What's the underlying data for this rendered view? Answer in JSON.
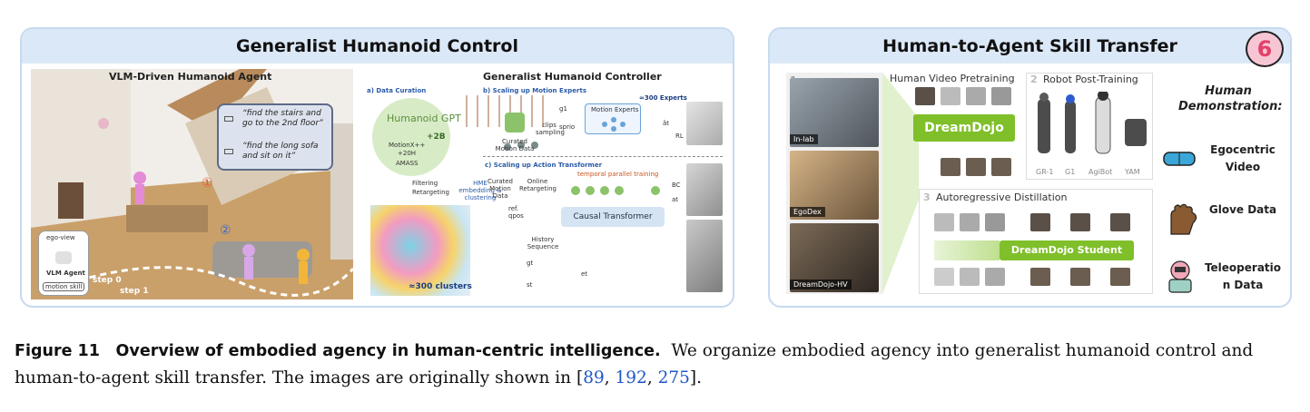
{
  "left_panel": {
    "title": "Generalist Humanoid Control",
    "agent": {
      "heading": "VLM-Driven Humanoid Agent",
      "bubble1": "“find the stairs and go to the 2nd floor”",
      "bubble2": "“find the long sofa and sit on it”",
      "marker1": "①",
      "marker2": "②",
      "ego_view": "ego-view",
      "vlm_agent": "VLM Agent",
      "motion_skill": "motion skill",
      "step0": "step 0",
      "step1": "step 1"
    },
    "controller": {
      "heading": "Generalist Humanoid Controller",
      "section_a": "a) Data Curation",
      "humanoid_gpt": "Humanoid GPT",
      "data_scale": "+2B",
      "motion_x": "MotionX++",
      "hours": "+20H",
      "amass": "AMASS",
      "filtering": "Filtering",
      "retargeting": "Retargeting",
      "hme": "HME embedding & clustering",
      "clusters": "≈300 clusters",
      "section_b": "b) Scaling up Motion Experts",
      "curated_b": "Curated Motion Data",
      "clips": "clips sampling",
      "g1": "g1",
      "s_prio": "sprio",
      "motion_experts": "Motion Experts",
      "experts_count": "≈300 Experts",
      "a_hat": "ât",
      "rl": "RL",
      "section_c": "c) Scaling up Action Transformer",
      "curated_c": "Curated Motion Data",
      "online_retarget": "Online Retargeting",
      "temporal": "temporal parallel training",
      "bc": "BC",
      "at": "at",
      "ref_qpos": "ref. qpos",
      "causal": "Causal Transformer",
      "history": "History Sequence",
      "gt": "gt",
      "st": "st",
      "et": "et"
    }
  },
  "right_panel": {
    "title": "Human-to-Agent Skill Transfer",
    "num1": "1",
    "num2": "2",
    "num3": "3",
    "in_lab": "In-lab",
    "egodex": "EgoDex",
    "dreamdojo_hv": "DreamDojo-HV",
    "pretraining": "Human Video Pretraining",
    "dreamdojo": "DreamDojo",
    "post_training": "Robot Post-Training",
    "robots": [
      "GR-1",
      "G1",
      "AgiBot",
      "YAM"
    ],
    "distillation": "Autoregressive Distillation",
    "student": "DreamDojo Student",
    "demo_title": "Human Demonstration:",
    "demos": [
      "Egocentric Video",
      "Glove Data",
      "Teleoperation Data"
    ]
  },
  "caption": {
    "label": "Figure 11",
    "title": "Overview of embodied agency in human-centric intelligence.",
    "text1": "We organize embodied agency into generalist humanoid control and human-to-agent skill transfer. The images are originally shown in [",
    "refs": [
      "89",
      "192",
      "275"
    ],
    "text2": "]."
  },
  "colors": {
    "panel_border": "#c6daf0",
    "panel_header": "#dbe8f7",
    "green": "#7fbf2a",
    "link_blue": "#1f57c8"
  }
}
